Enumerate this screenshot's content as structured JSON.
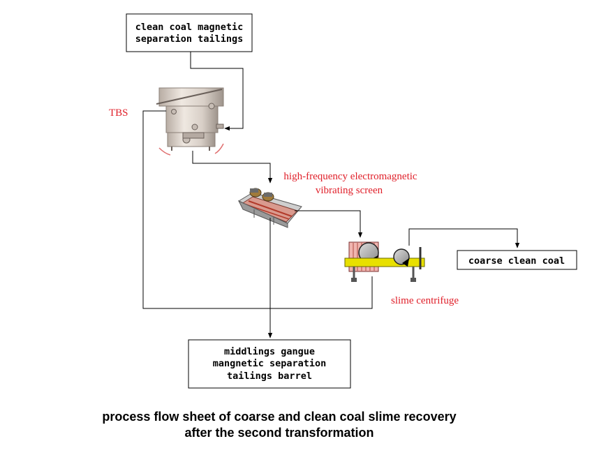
{
  "boxes": {
    "tailings_top": [
      "clean coal magnetic",
      "separation tailings"
    ],
    "coarse_clean_coal": [
      "coarse clean coal"
    ],
    "barrel": [
      "middlings gangue",
      "mangnetic separation",
      "tailings barrel"
    ]
  },
  "labels": {
    "tbs": "TBS",
    "screen": [
      "high-frequency electromagnetic",
      "vibrating screen"
    ],
    "centrifuge": "slime centrifuge"
  },
  "caption": [
    "process flow sheet of coarse and clean coal slime recovery",
    "after the second transformation"
  ],
  "colors": {
    "label_red": "#e0202a",
    "rail_yellow": "#e8e000",
    "screen_red": "#c0402f"
  }
}
